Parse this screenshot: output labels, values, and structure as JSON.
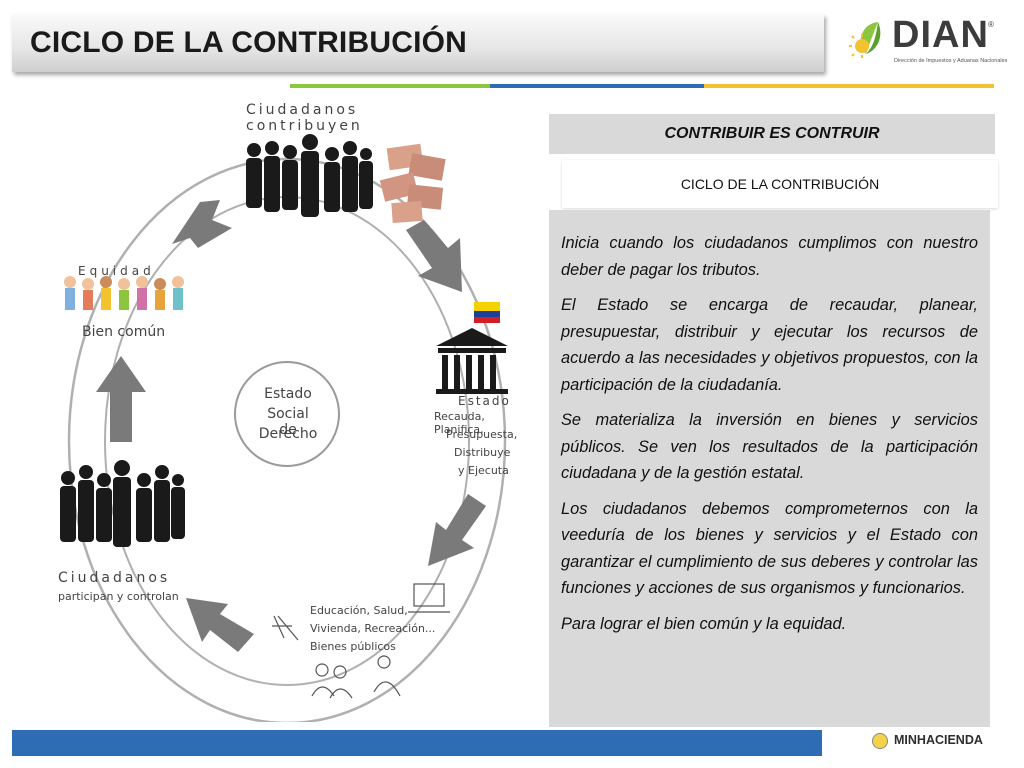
{
  "header": {
    "title": "CICLO DE LA CONTRIBUCIÓN",
    "logo_name": "DIAN",
    "logo_registered": "®",
    "logo_subtitle": "Dirección de Impuestos y Aduanas Nacionales"
  },
  "diagram": {
    "top_label_line1": "Ciudadanos",
    "top_label_line2": "contribuyen",
    "equity_label": "Equidad",
    "common_good_label": "Bien común",
    "center_line1": "Estado",
    "center_line2": "Social de",
    "center_line3": "Derecho",
    "state_label": "Estado",
    "state_desc_line1": "Recauda, Planifica,",
    "state_desc_line2": "Presupuesta,",
    "state_desc_line3": "Distribuye",
    "state_desc_line4": "y Ejecuta",
    "citizens_label": "Ciudadanos",
    "citizens_desc": "participan y controlan",
    "services_line1": "Educación, Salud,",
    "services_line2": "Vivienda, Recreación...",
    "services_line3": "Bienes públicos"
  },
  "panel": {
    "heading": "CONTRIBUIR ES CONTRUIR",
    "subheading": "CICLO DE LA CONTRIBUCIÓN",
    "paragraphs": [
      "Inicia cuando los ciudadanos cumplimos con nuestro deber de pagar los tributos.",
      "El Estado se encarga de recaudar, planear, presupuestar, distribuir y ejecutar los recursos de acuerdo a las necesidades y objetivos propuestos, con la participación de la ciudadanía.",
      "Se materializa la inversión en bienes y servicios públicos. Se ven los resultados de la participación ciudadana y de la gestión estatal.",
      "Los ciudadanos debemos comprometernos con la veeduría de los bienes y servicios y el Estado con garantizar el cumplimiento de sus deberes y controlar las funciones y acciones de sus organismos y funcionarios.",
      "Para lograr el bien común y la equidad."
    ]
  },
  "footer": {
    "logo_text": "MINHACIENDA"
  },
  "colors": {
    "stripe_green": "#8cc63f",
    "stripe_blue": "#2e6db4",
    "stripe_yellow": "#f2c230",
    "footer_blue": "#2e6db4",
    "panel_grey": "#d9d9d9",
    "arrow_grey": "#7a7a7a"
  }
}
